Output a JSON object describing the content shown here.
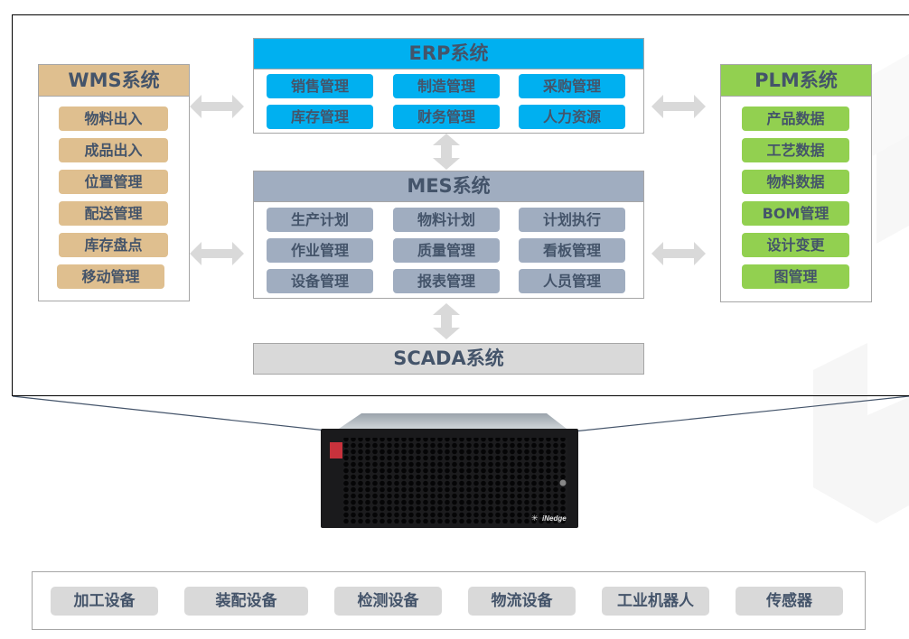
{
  "diagram": {
    "erp": {
      "title": "ERP系统",
      "color": "#00b0f0",
      "modules": [
        "销售管理",
        "制造管理",
        "采购管理",
        "库存管理",
        "财务管理",
        "人力资源"
      ]
    },
    "mes": {
      "title": "MES系统",
      "color": "#a0adc0",
      "modules": [
        "生产计划",
        "物料计划",
        "计划执行",
        "作业管理",
        "质量管理",
        "看板管理",
        "设备管理",
        "报表管理",
        "人员管理"
      ]
    },
    "wms": {
      "title": "WMS系统",
      "color": "#dfbf8f",
      "modules": [
        "物料出入",
        "成品出入",
        "位置管理",
        "配送管理",
        "库存盘点",
        "移动管理"
      ]
    },
    "plm": {
      "title": "PLM系统",
      "color": "#92d050",
      "modules": [
        "产品数据",
        "工艺数据",
        "物料数据",
        "BOM管理",
        "设计变更",
        "图管理"
      ]
    },
    "scada": {
      "title": "SCADA系统",
      "color": "#d9d9d9"
    },
    "server": {
      "brand": "iNedge",
      "description": "edge server hardware photo"
    },
    "devices": [
      "加工设备",
      "装配设备",
      "检测设备",
      "物流设备",
      "工业机器人",
      "传感器"
    ],
    "connector_icon": "double-arrow-icon",
    "text_color": "#44546a"
  }
}
